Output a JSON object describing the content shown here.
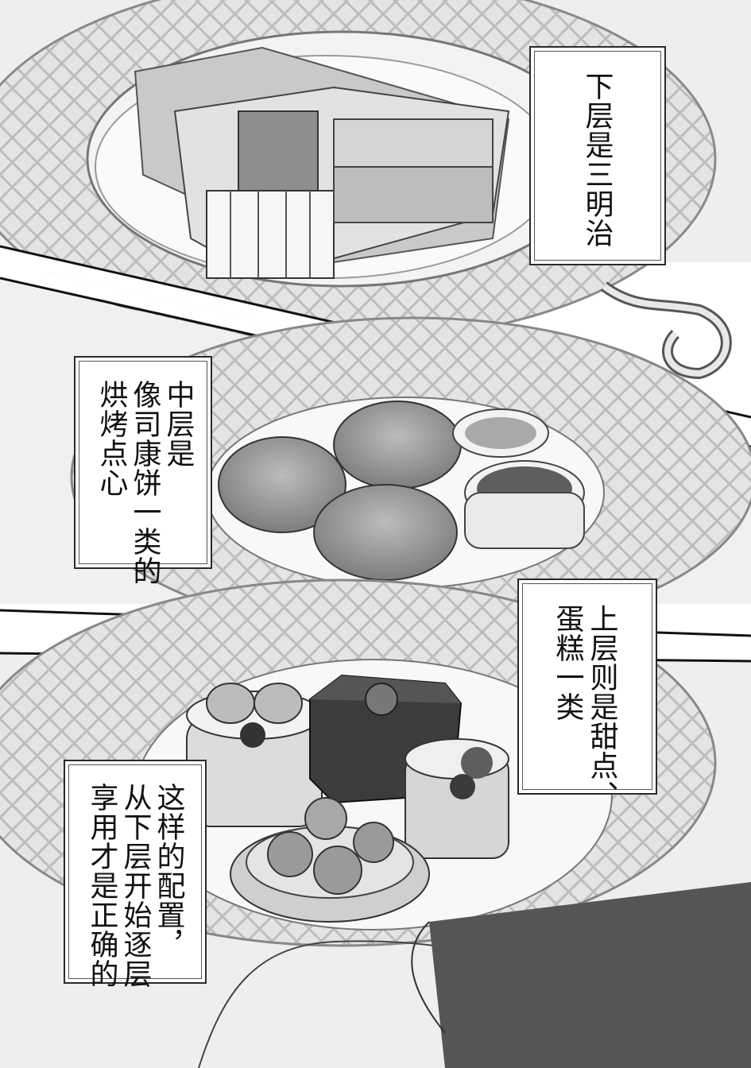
{
  "panels": [
    {
      "id": "bottom-tier",
      "caption_lines": [
        "下层是三明治"
      ]
    },
    {
      "id": "middle-tier",
      "caption_lines": [
        "中层是",
        "像司康饼一类的",
        "烘烤点心"
      ]
    },
    {
      "id": "top-tier",
      "caption_lines": [
        "上层则是甜点、",
        "蛋糕一类"
      ]
    },
    {
      "id": "order",
      "caption_lines": [
        "这样的配置，",
        "从下层开始逐层",
        "享用才是正确的"
      ]
    }
  ]
}
